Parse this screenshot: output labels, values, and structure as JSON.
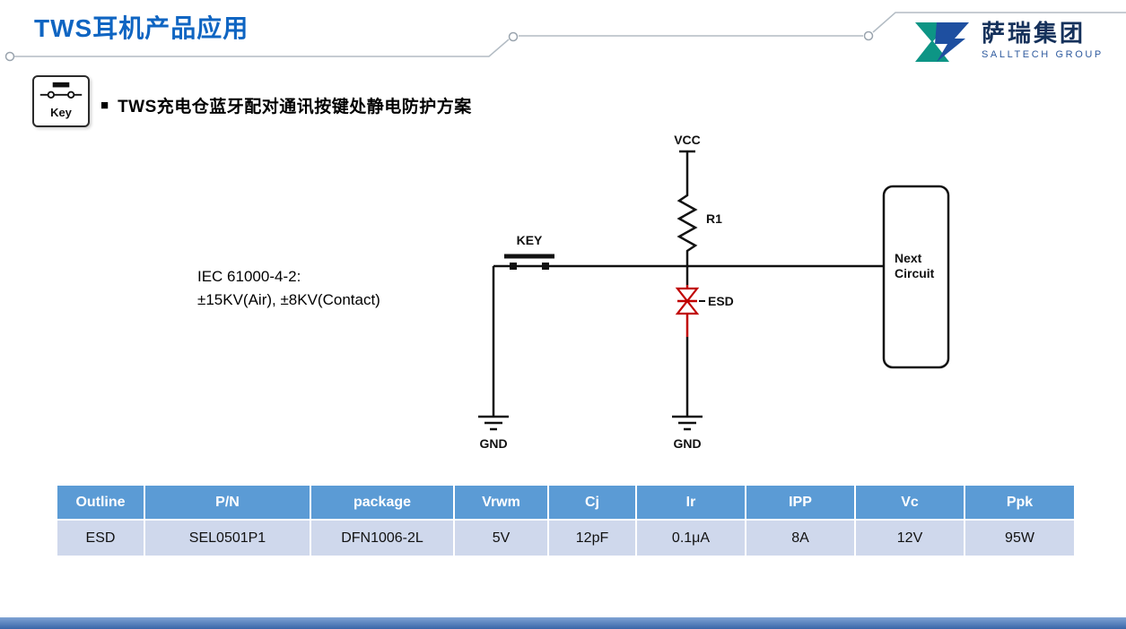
{
  "header": {
    "title": "TWS耳机产品应用",
    "logo": {
      "name_cn": "萨瑞集团",
      "name_en": "SALLTECH GROUP"
    }
  },
  "key_badge": {
    "label": "Key"
  },
  "section": {
    "bullet": "■",
    "heading": "TWS充电仓蓝牙配对通讯按键处静电防护方案"
  },
  "circuit": {
    "vcc_label": "VCC",
    "r1_label": "R1",
    "key_label": "KEY",
    "esd_label": "ESD",
    "next_circuit_line1": "Next",
    "next_circuit_line2": "Circuit",
    "gnd_left_label": "GND",
    "gnd_right_label": "GND",
    "iec_line1": "IEC 61000-4-2:",
    "iec_line2": "±15KV(Air), ±8KV(Contact)"
  },
  "spec_table": {
    "headers": [
      "Outline",
      "P/N",
      "package",
      "Vrwm",
      "Cj",
      "Ir",
      "IPP",
      "Vc",
      "Ppk"
    ],
    "rows": [
      [
        "ESD",
        "SEL0501P1",
        "DFN1006-2L",
        "5V",
        "12pF",
        "0.1μA",
        "8A",
        "12V",
        "95W"
      ]
    ]
  },
  "colors": {
    "title_blue": "#0f65c2",
    "table_header_bg": "#5b9bd5",
    "table_row_bg": "#cfd8ec",
    "esd_red": "#c00000",
    "logo_teal": "#0d9585",
    "logo_blue": "#1e4fa0",
    "bottom_bar_top": "#7fa3d4",
    "bottom_bar_bottom": "#3a66a8"
  }
}
